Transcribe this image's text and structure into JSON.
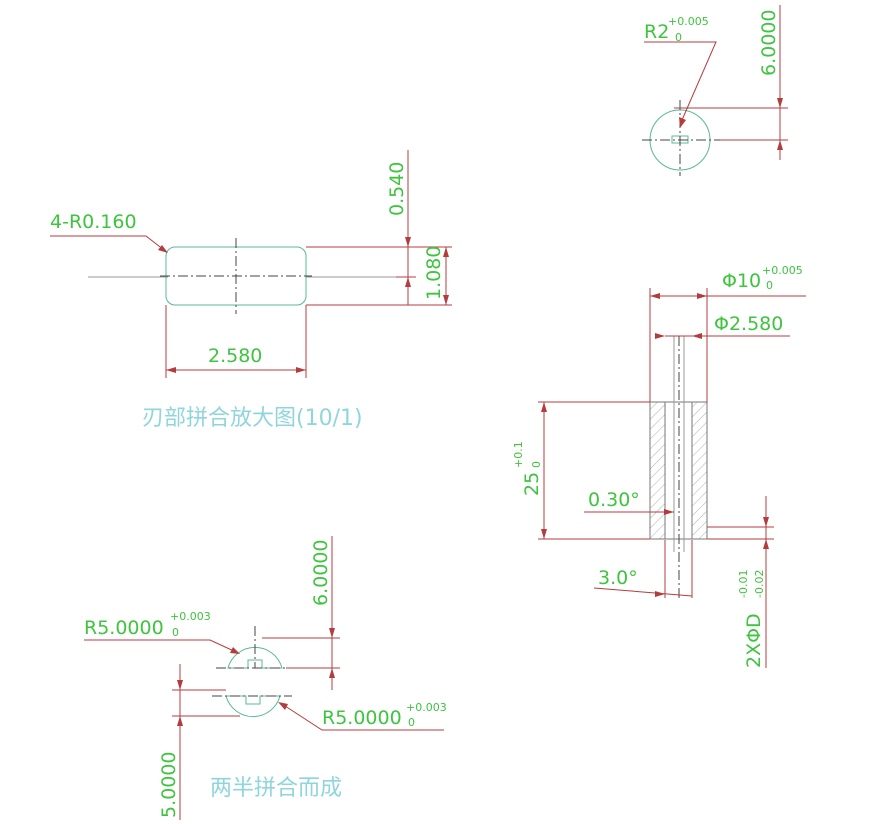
{
  "view_top_right": {
    "radius_label": "R2",
    "radius_tol_upper": "+0.005",
    "radius_tol_lower": "0",
    "height_label": "6.0000"
  },
  "view_blade_detail": {
    "fillet_label": "4-R0.160",
    "width_label": "2.580",
    "offset_label": "0.540",
    "height_label": "1.080",
    "caption": "刃部拼合放大图(10/1)"
  },
  "view_section": {
    "outer_dia_label": "Φ10",
    "outer_dia_tol_upper": "+0.005",
    "outer_dia_tol_lower": "0",
    "inner_dia_label": "Φ2.580",
    "length_label": "25",
    "length_tol_upper": "+0.1",
    "length_tol_lower": "0",
    "taper_label": "0.30°",
    "angle_label": "3.0°",
    "hole_label": "2XΦD",
    "hole_tol_upper": "-0.01",
    "hole_tol_lower": "-0.02"
  },
  "view_halves": {
    "radius_top_label": "R5.0000",
    "radius_top_tol_upper": "+0.003",
    "radius_top_tol_lower": "0",
    "radius_bottom_label": "R5.0000",
    "radius_bottom_tol_upper": "+0.003",
    "radius_bottom_tol_lower": "0",
    "height_top_label": "6.0000",
    "height_bottom_label": "5.0000",
    "caption": "两半拼合而成"
  },
  "colors": {
    "dimension_text": "#3ec43e",
    "caption_text": "#8fd6dc",
    "dimension_lines": "#b43c3c",
    "part_outline": "#57b89a"
  }
}
